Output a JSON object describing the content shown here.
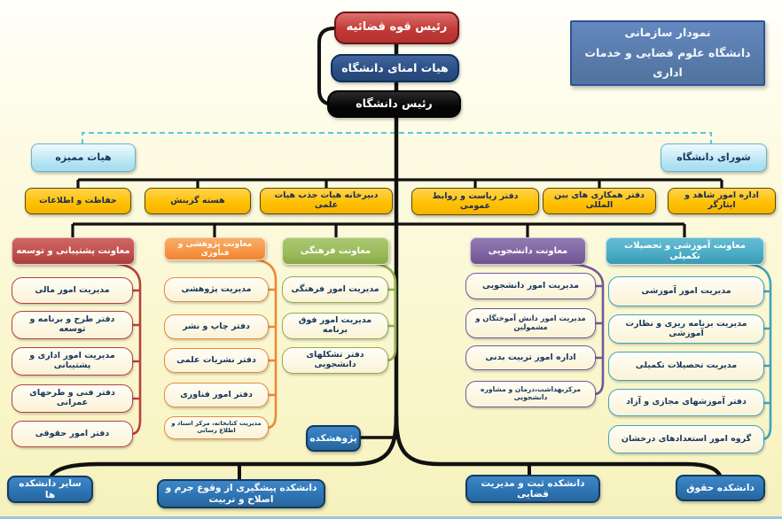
{
  "title_box": {
    "line1": "نمودار سازمانی",
    "line2": "دانشگاه علوم قضایی و خدمات اداری"
  },
  "top_chain": {
    "judiciary_head": "رئیس قوه قضائیه",
    "board_of_trustees": "هیات امنای دانشگاه",
    "university_president": "رئیس دانشگاه"
  },
  "side_boards": {
    "audit_board": "هیات ممیزه",
    "university_council": "شورای دانشگاه"
  },
  "staff_offices": [
    "حفاظت و اطلاعات",
    "هسته گزینش",
    "دبیرخانه هیات جذب هیات علمی",
    "دفتر ریاست و روابط عمومی",
    "دفتر همکاری های بین المللی",
    "اداره امور شاهد و ایثارگر"
  ],
  "deputies": [
    {
      "label": "معاونت پشتیبانی و توسعه",
      "color": "#C0504D",
      "children": [
        "مدیریت امور مالی",
        "دفتر طرح و برنامه و توسعه",
        "مدیریت امور اداری و پشتیبانی",
        "دفتر فنی و طرحهای عمرانی",
        "دفتر امور حقوقی"
      ]
    },
    {
      "label": "معاونت پژوهشی و فناوری",
      "color": "#F79646",
      "children": [
        "مدیریت پژوهشی",
        "دفتر چاپ و نشر",
        "دفتر نشریات علمی",
        "دفتر امور فناوری",
        "مدیریت کتابخانه، مرکز اسناد و اطلاع رسانی"
      ]
    },
    {
      "label": "معاونت فرهنگی",
      "color": "#9BBB59",
      "children": [
        "مدیریت امور فرهنگی",
        "مدیریت امور فوق برنامه",
        "دفتر تشکلهای دانشجویی"
      ]
    },
    {
      "label": "معاونت دانشجویی",
      "color": "#8064A2",
      "children": [
        "مدیریت امور دانشجویی",
        "مدیریت امور دانش آموختگان و مشمولین",
        "اداره امور تربیت بدنی",
        "مرکزبهداشت،درمان و مشاوره دانشجویی"
      ]
    },
    {
      "label": "معاونت آموزشی و تحصیلات تکمیلی",
      "color": "#4BACC6",
      "children": [
        "مدیریت امور آموزشی",
        "مدیریت برنامه ریزی و نظارت آموزشی",
        "مدیریت تحصیلات تکمیلی",
        "دفتر آموزشهای مجازی و آزاد",
        "گروه امور استعدادهای درخشان"
      ]
    }
  ],
  "research_institute": "پژوهشکده",
  "faculties": [
    "سایر دانشکده ها",
    "دانشکده پیشگیری از وقوع جرم و اصلاح و تربیت",
    "دانشکده ثبت و مدیریت قضایی",
    "دانشکده حقوق"
  ],
  "colors": {
    "background": "#FAF7CF",
    "connector": "#111111",
    "dashed_connector": "#5BC8E8",
    "faculty_blue": "#2E75B6",
    "staff_orange": "#FFC000",
    "top_red": "#C23A36",
    "top_navy": "#2C4F85",
    "top_black": "#0A0A0A",
    "side_cyan": "#A9DFF0",
    "title_blue": "#52749F"
  }
}
